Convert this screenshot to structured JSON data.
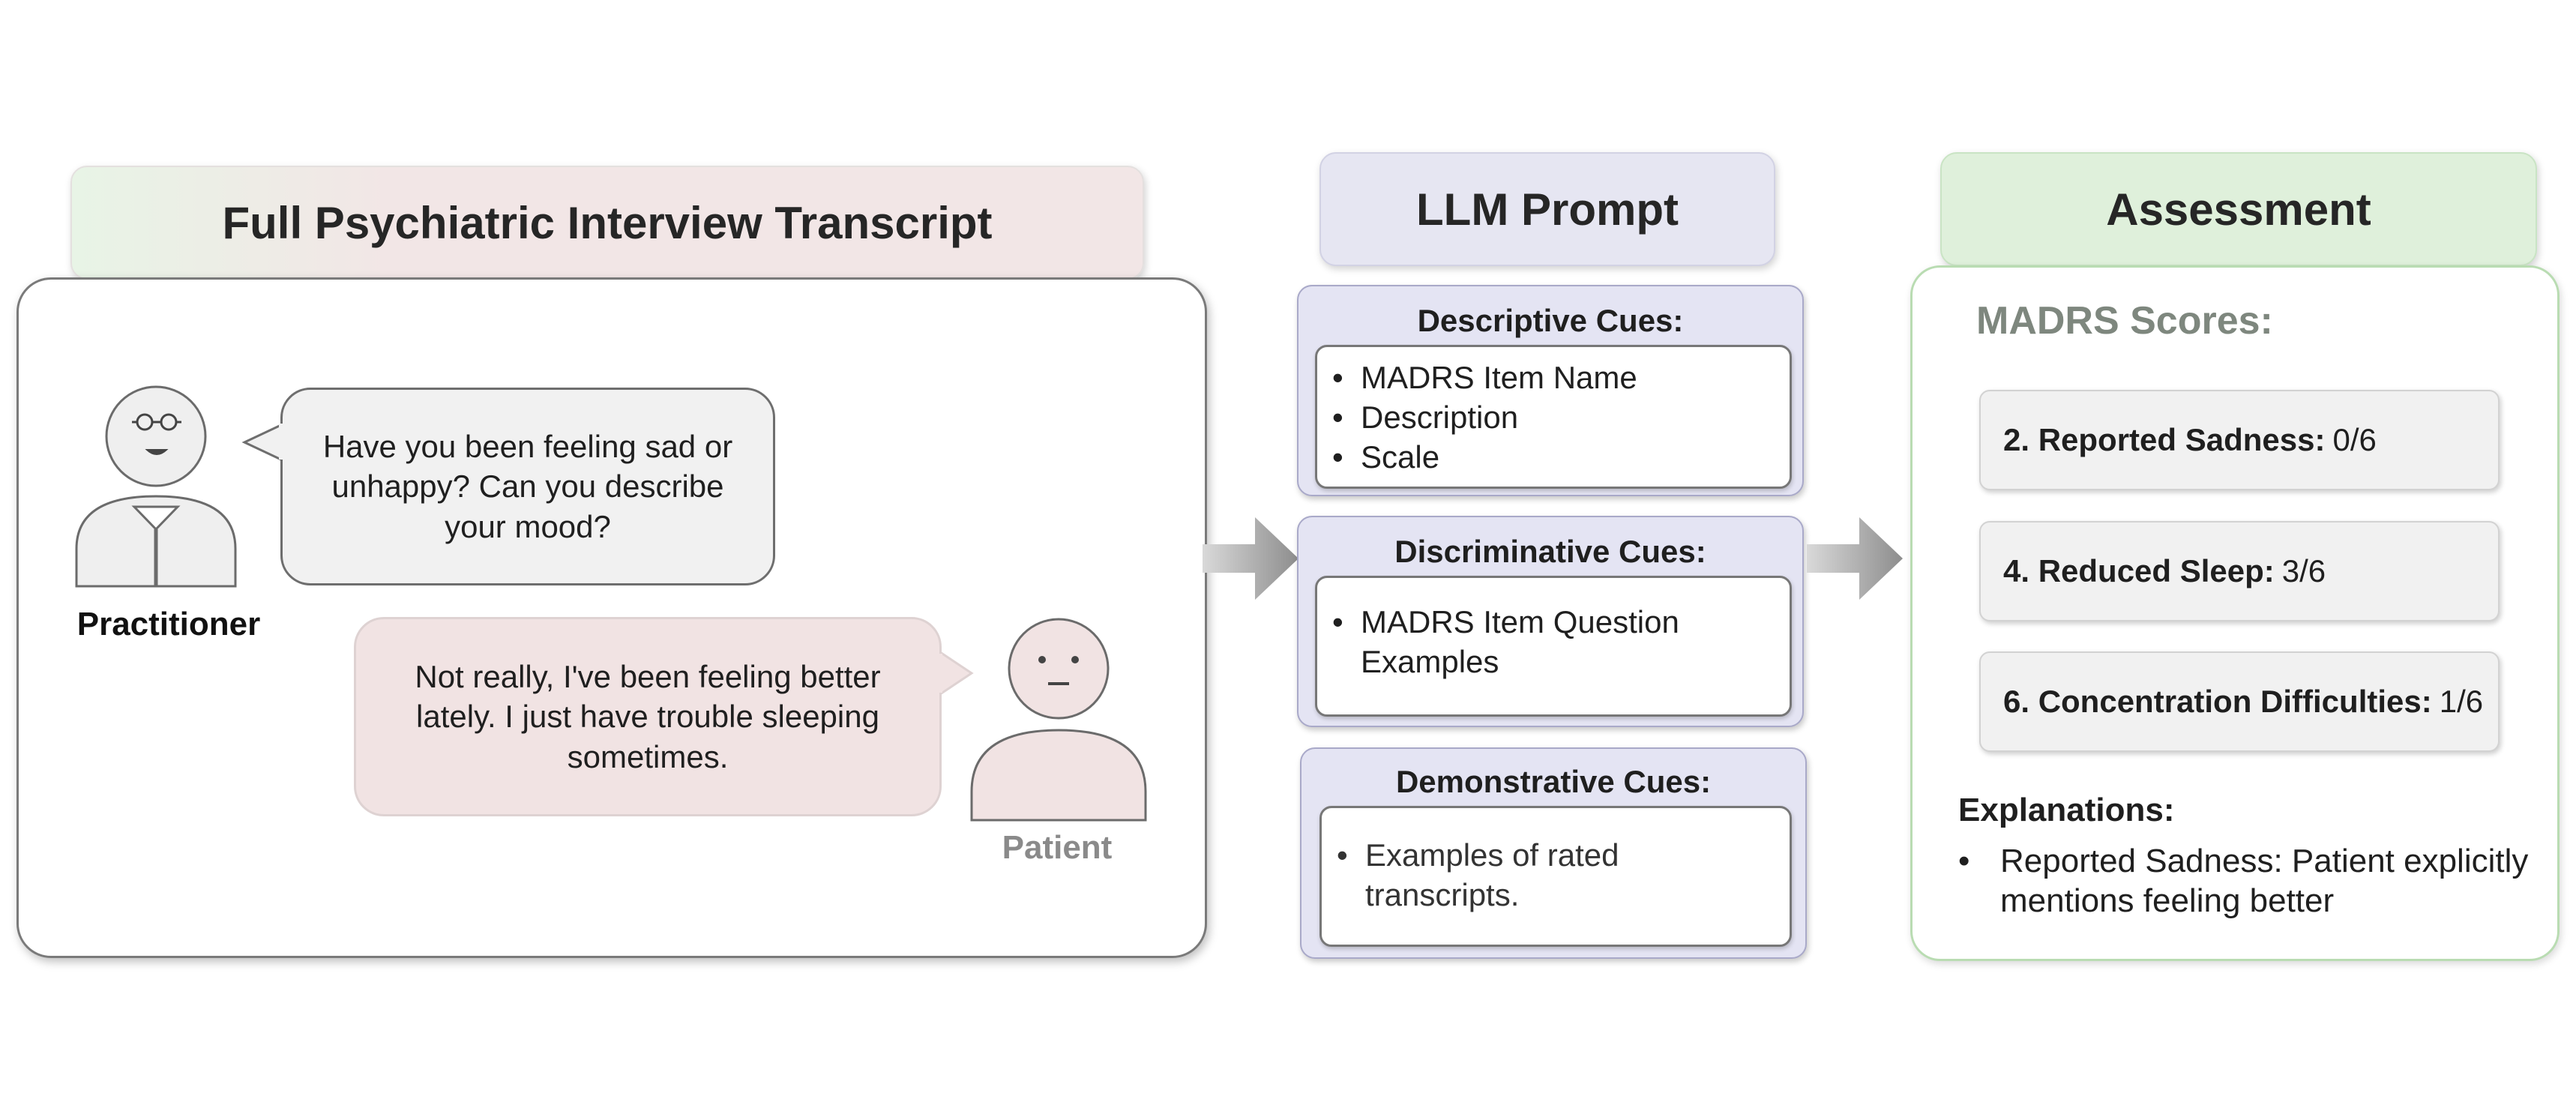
{
  "transcript": {
    "title": "Full Psychiatric Interview Transcript",
    "practitioner_label": "Practitioner",
    "patient_label": "Patient",
    "practitioner_message": "Have you been feeling sad or unhappy? Can you describe your mood?",
    "patient_message": "Not really, I've been feeling better lately. I just have trouble sleeping sometimes."
  },
  "prompt": {
    "title": "LLM Prompt",
    "descriptive": {
      "title": "Descriptive Cues:",
      "items": [
        "MADRS Item Name",
        "Description",
        "Scale"
      ]
    },
    "discriminative": {
      "title": "Discriminative Cues:",
      "items": [
        "MADRS Item Question Examples"
      ]
    },
    "demonstrative": {
      "title": "Demonstrative Cues:",
      "items": [
        "Examples of rated transcripts."
      ]
    }
  },
  "assessment": {
    "title": "Assessment",
    "scores_heading": "MADRS Scores:",
    "scores": [
      {
        "label": "2. Reported Sadness:",
        "value": "0/6"
      },
      {
        "label": "4. Reduced Sleep:",
        "value": "3/6"
      },
      {
        "label": "6. Concentration Difficulties:",
        "value": "1/6"
      }
    ],
    "explanations_heading": "Explanations:",
    "explanations": [
      "Reported Sadness: Patient explicitly mentions feeling better"
    ]
  },
  "colors": {
    "transcript_title_bg": "#f2e6e6",
    "prompt_bg": "#e4e4f3",
    "assessment_bg": "#dff0db",
    "patient_bubble": "#f1e3e3",
    "practitioner_bubble": "#f1f1f1",
    "arrow": "#9a9a9a"
  }
}
